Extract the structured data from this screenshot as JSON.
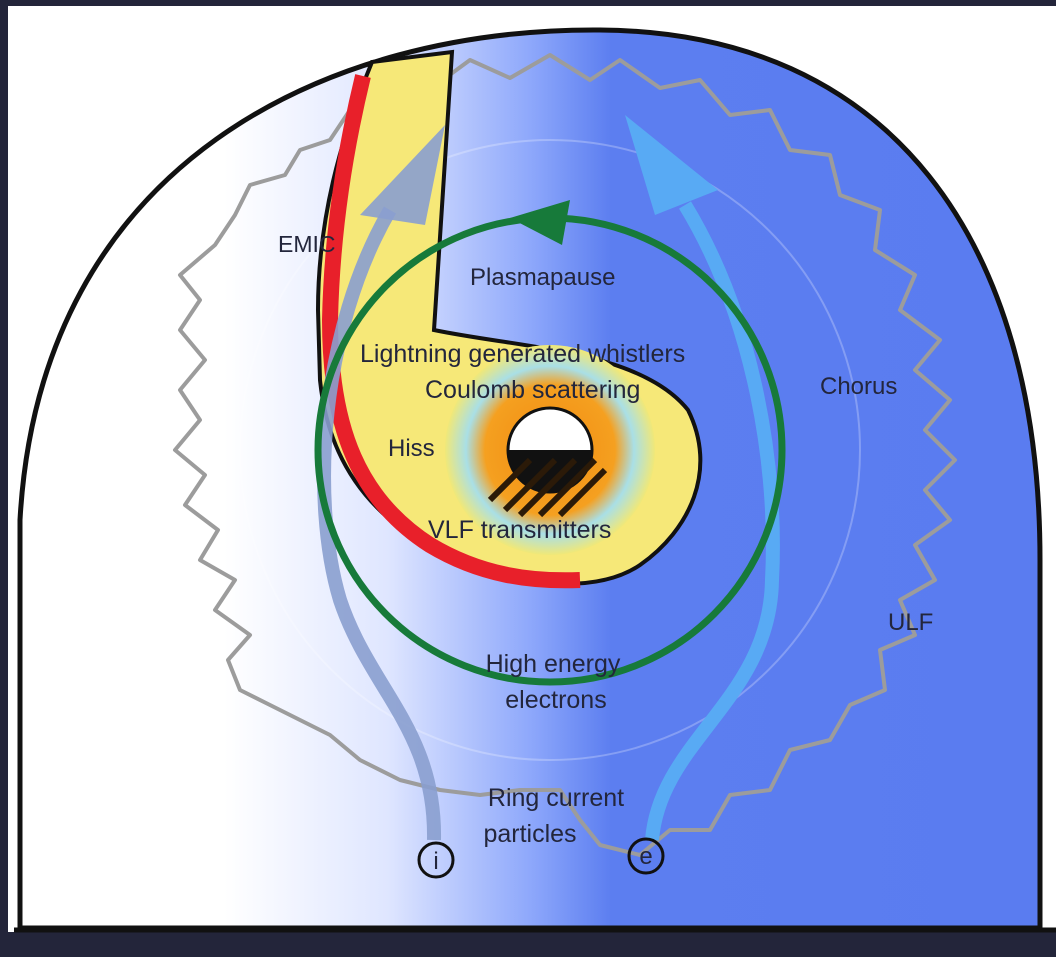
{
  "labels": {
    "emic": "EMIC",
    "plasmapause": "Plasmapause",
    "lightning": "Lightning generated whistlers",
    "coulomb": "Coulomb scattering",
    "hiss": "Hiss",
    "vlf": "VLF transmitters",
    "chorus": "Chorus",
    "ulf": "ULF",
    "high_energy_1": "High energy",
    "high_energy_2": "electrons",
    "ring_current_1": "Ring current",
    "ring_current_2": "particles",
    "ion_symbol": "i",
    "electron_symbol": "e"
  },
  "colors": {
    "frame": "#23253a",
    "night_side": "#ffffff",
    "day_side": "#5a7cf0",
    "plasmasphere": "#f6e878",
    "plasmapause_edge": "#e8202a",
    "green_drift": "#177a3a",
    "electron_path": "#58aaf4",
    "ion_path": "#8a9fcf",
    "ulf_wave": "#9c9c9c"
  }
}
